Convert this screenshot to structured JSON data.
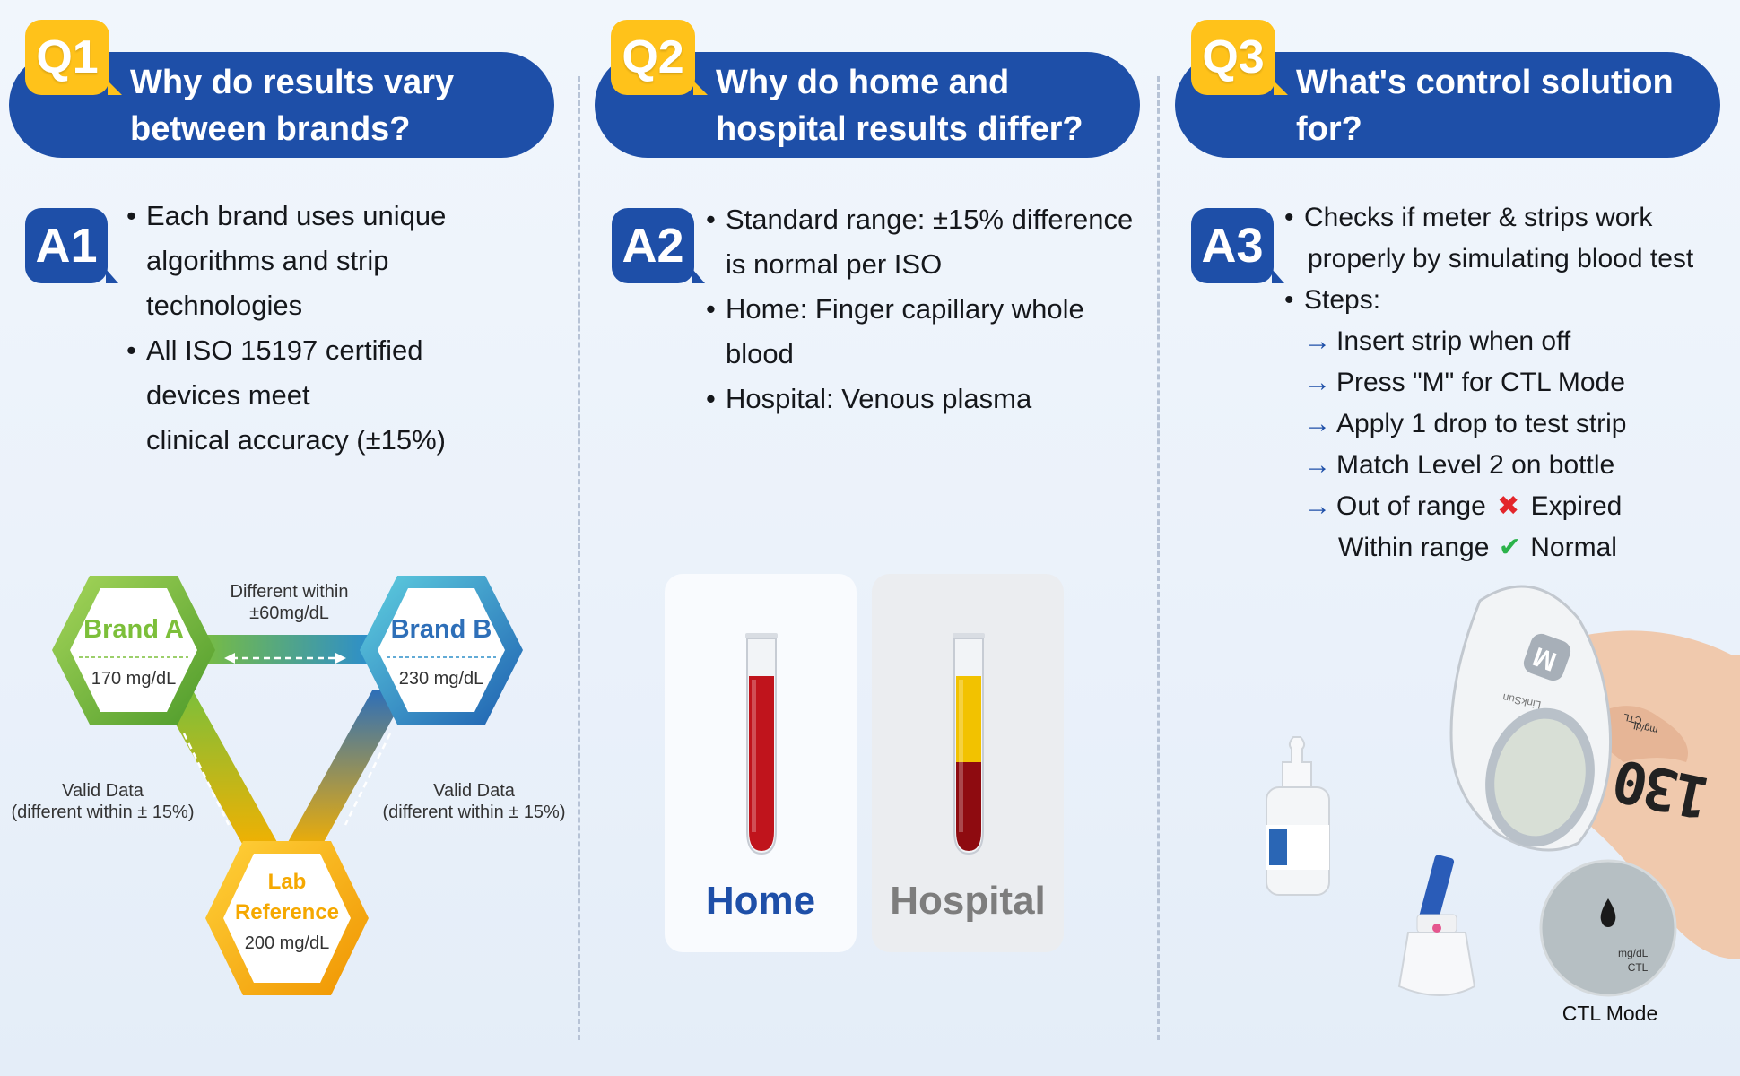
{
  "q1": {
    "badge": "Q1",
    "title_line1": "Why do results vary",
    "title_line2": "between brands?",
    "answer_badge": "A1",
    "bullets": [
      [
        "Each brand uses unique",
        "algorithms and strip",
        "technologies"
      ],
      [
        "All ISO 15197 certified",
        "devices meet",
        "clinical accuracy (±15%)"
      ]
    ],
    "diagram": {
      "brand_a": {
        "name": "Brand A",
        "value": "170 mg/dL"
      },
      "brand_b": {
        "name": "Brand B",
        "value": "230 mg/dL"
      },
      "lab": {
        "name_line1": "Lab",
        "name_line2": "Reference",
        "value": "200 mg/dL"
      },
      "top_label_line1": "Different within",
      "top_label_line2": "±60mg/dL",
      "left_label_line1": "Valid Data",
      "left_label_line2": "(different within ± 15%)",
      "right_label_line1": "Valid Data",
      "right_label_line2": "(different within ± 15%)"
    }
  },
  "q2": {
    "badge": "Q2",
    "title_line1": "Why do home and",
    "title_line2": "hospital results differ?",
    "answer_badge": "A2",
    "bullets": [
      [
        "Standard range: ±15% difference",
        "is normal per ISO"
      ],
      [
        "Home: Finger capillary whole",
        "blood"
      ],
      [
        "Hospital: Venous plasma"
      ]
    ],
    "home_label": "Home",
    "hospital_label": "Hospital",
    "colors": {
      "home": "#1e4fa8",
      "hospital": "#7d7d7d",
      "blood": "#c0141c",
      "plasma": "#f2c200"
    }
  },
  "q3": {
    "badge": "Q3",
    "title_line1": "What's control solution",
    "title_line2": "for?",
    "answer_badge": "A3",
    "bullet1_line1": "Checks if meter & strips work",
    "bullet1_line2": "properly by simulating blood test",
    "bullet2": "Steps:",
    "steps": [
      "Insert strip when off",
      "Press \"M\" for CTL Mode",
      "Apply 1 drop to test strip",
      "Match Level 2 on bottle"
    ],
    "out_of_range": "Out of range",
    "expired": "Expired",
    "within_range": "Within range",
    "normal": "Normal",
    "meter_reading": "130",
    "meter_unit": "mg/dL",
    "meter_ctl": "CTL",
    "meter_button": "M",
    "meter_brand": "LinkSun",
    "zoom_unit": "mg/dL",
    "zoom_ctl": "CTL",
    "ctl_mode_label": "CTL Mode"
  },
  "colors": {
    "primary": "#1e4fa8",
    "accent": "#ffc21a",
    "brand_a": "#7cbf3a",
    "brand_b": "#2e8fc9",
    "lab": "#f5a800"
  }
}
